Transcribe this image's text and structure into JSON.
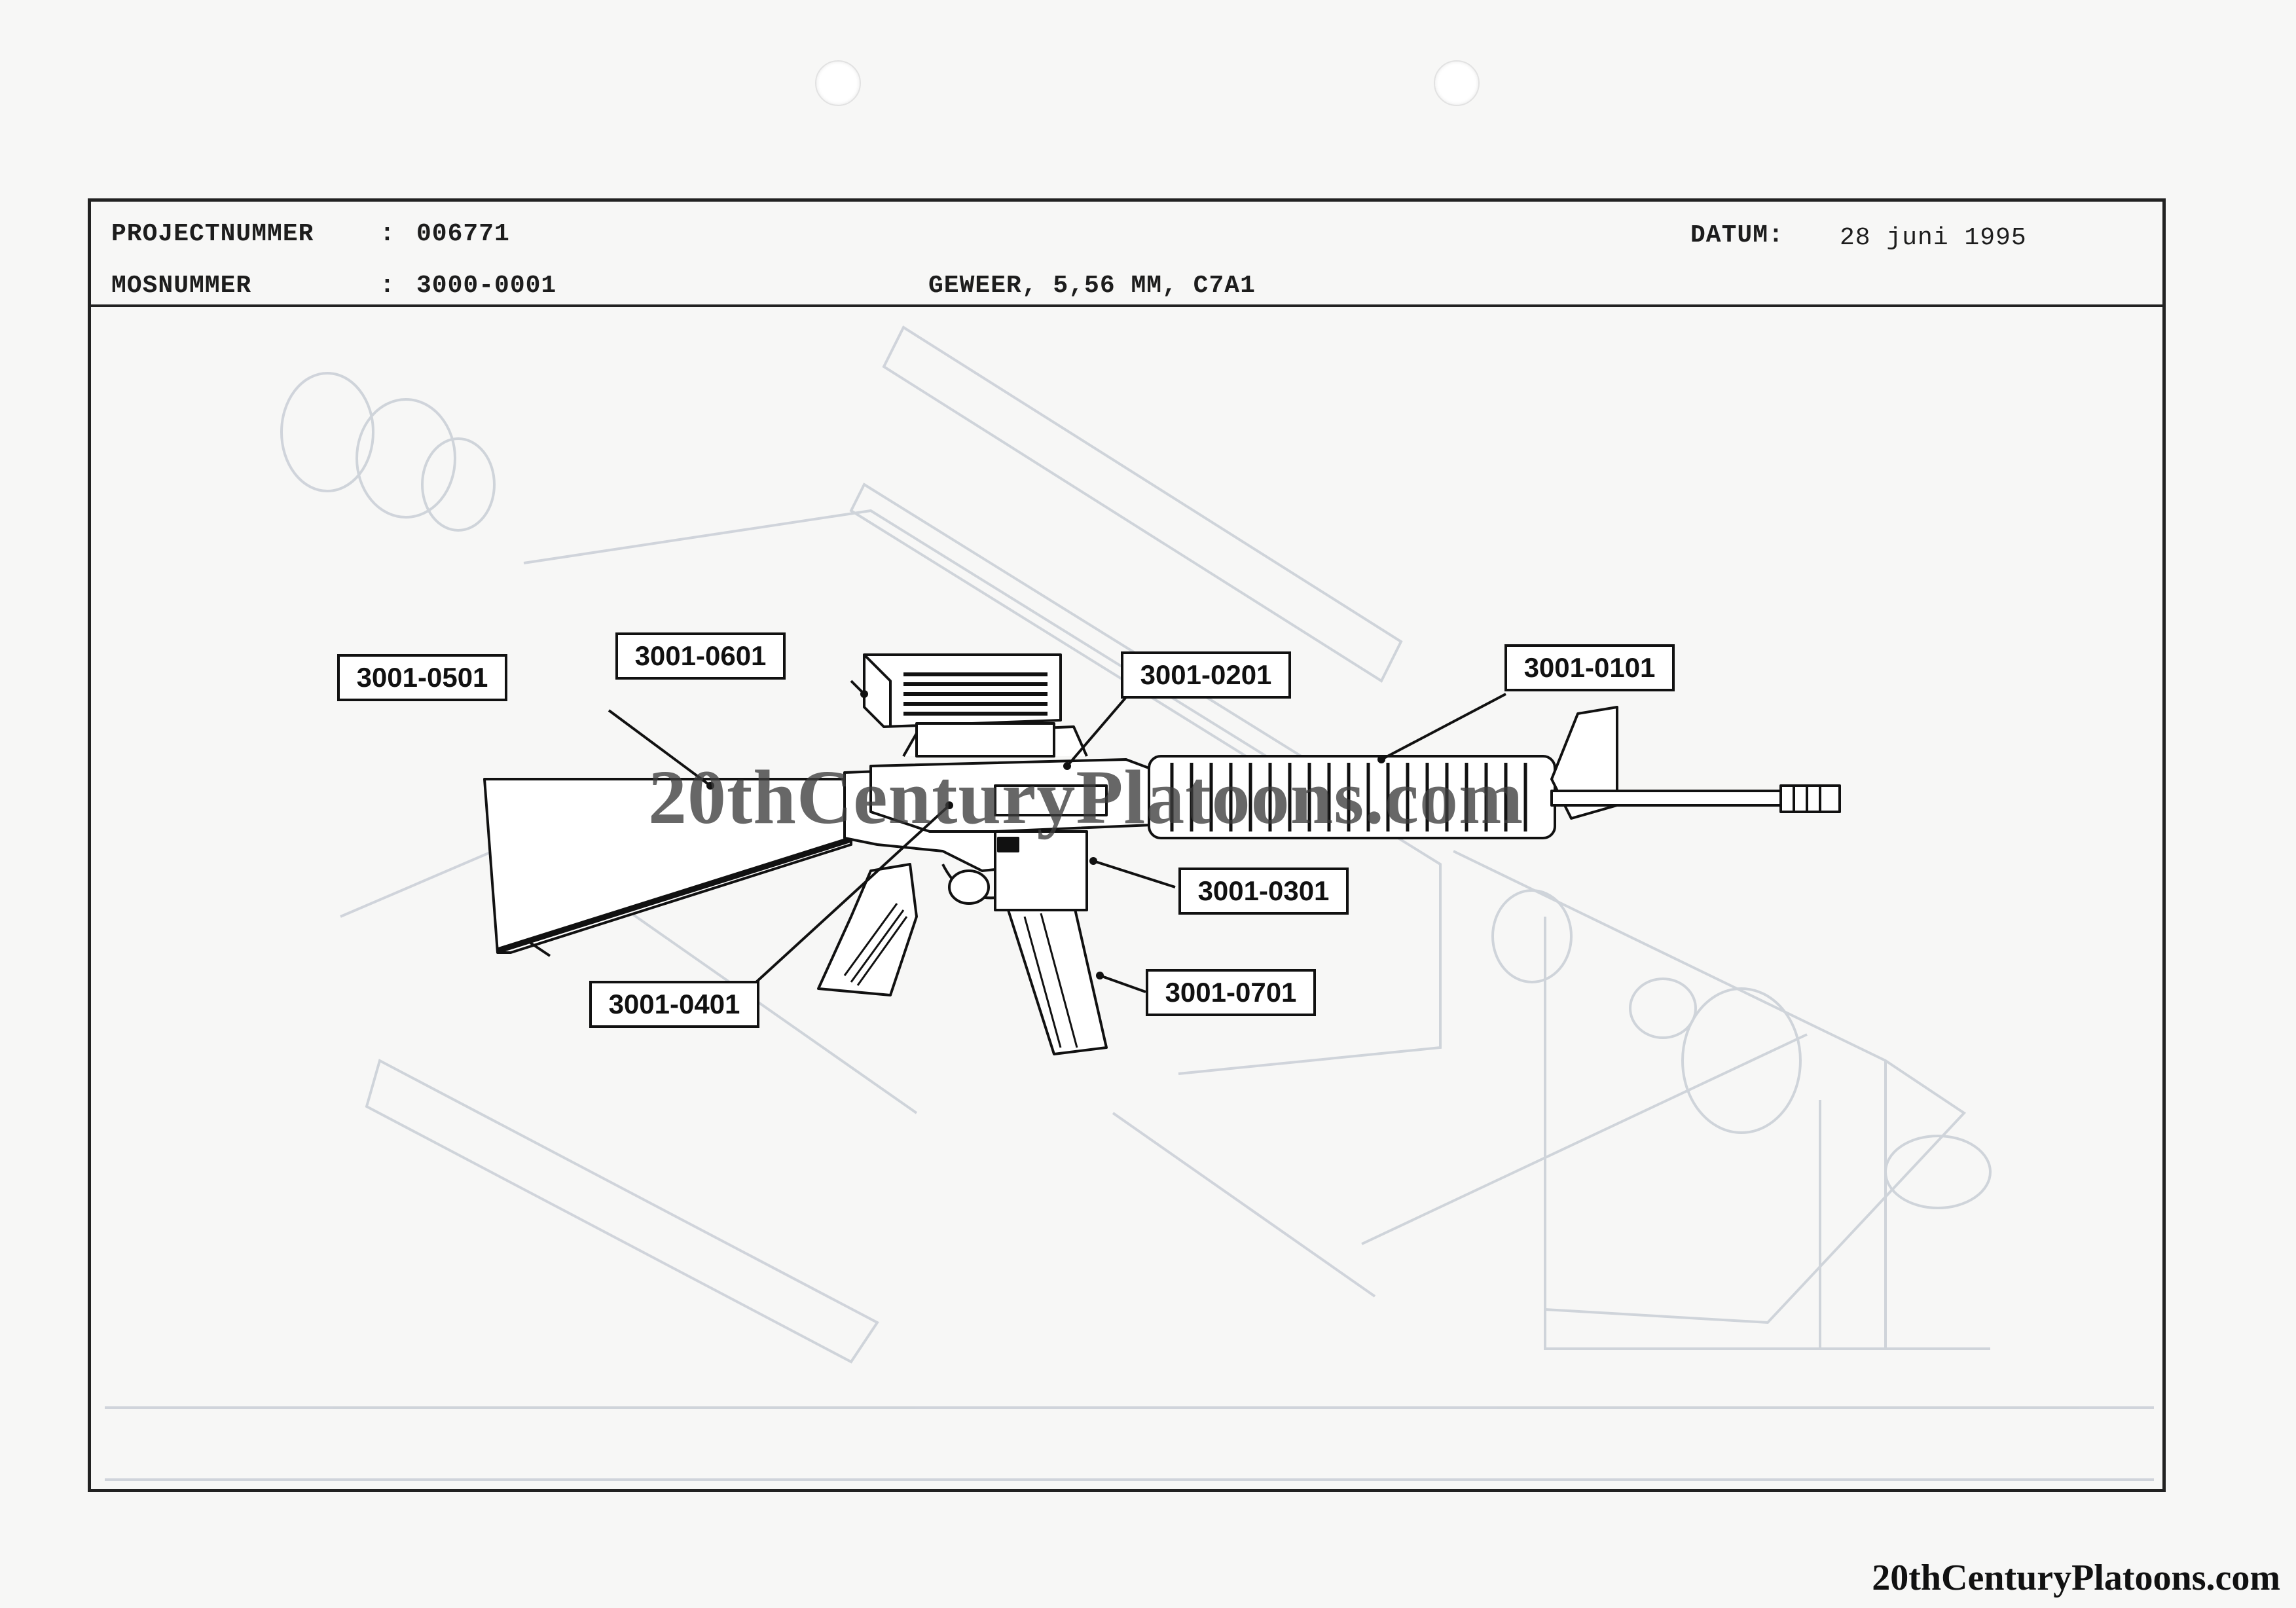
{
  "header": {
    "project_label": "PROJECTNUMMER",
    "project_sep": ":",
    "project_value": "006771",
    "mos_label": "MOSNUMMER",
    "mos_sep": ":",
    "mos_value": "3000-0001",
    "title": "GEWEER, 5,56 MM, C7A1",
    "date_label": "DATUM:",
    "date_value": "28 juni 1995"
  },
  "callouts": [
    {
      "id": "stock",
      "label": "3001-0501"
    },
    {
      "id": "sight",
      "label": "3001-0601"
    },
    {
      "id": "upper",
      "label": "3001-0201"
    },
    {
      "id": "barrel",
      "label": "3001-0101"
    },
    {
      "id": "bolt",
      "label": "3001-0301"
    },
    {
      "id": "lower",
      "label": "3001-0401"
    },
    {
      "id": "magazine",
      "label": "3001-0701"
    }
  ],
  "watermark": "20thCenturyPlatoons.com",
  "footer_watermark": "20thCenturyPlatoons.com",
  "colors": {
    "ink": "#111111",
    "paper": "#f7f7f6",
    "ghost": "#c9ced6"
  }
}
